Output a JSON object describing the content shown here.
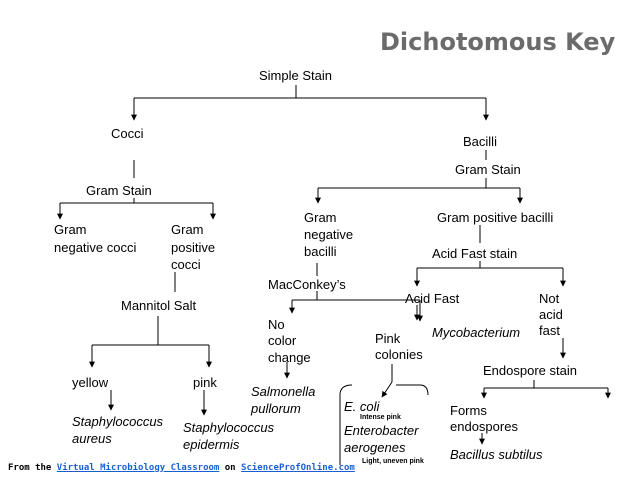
{
  "title": "Dichotomous Key",
  "nodes": {
    "simple_stain": "Simple Stain",
    "cocci": "Cocci",
    "bacilli": "Bacilli",
    "gram_stain_bacilli": "Gram Stain",
    "gram_stain_cocci": "Gram Stain",
    "gram_neg_cocci_1": "Gram",
    "gram_neg_cocci_2": "negative cocci",
    "gram_pos_cocci_1": "Gram",
    "gram_pos_cocci_2": "positive",
    "gram_pos_cocci_3": "cocci",
    "mannitol_salt": "Mannitol Salt",
    "yellow": "yellow",
    "pink": "pink",
    "staph_aureus_1": "Staphylococcus",
    "staph_aureus_2": "aureus",
    "staph_epi_1": "Staphylococcus",
    "staph_epi_2": "epidermis",
    "gram_neg_bacilli_1": "Gram",
    "gram_neg_bacilli_2": "negative",
    "gram_neg_bacilli_3": "bacilli",
    "maconkeys": "MacConkey’s",
    "no_color_1": "No",
    "no_color_2": "color",
    "no_color_3": "change",
    "salmonella_1": "Salmonella",
    "salmonella_2": "pullorum",
    "pink_colonies_1": "Pink",
    "pink_colonies_2": "colonies",
    "ecoli": "E. coli",
    "intense_pink": "Intense pink",
    "enterobacter_1": "Enterobacter",
    "enterobacter_2": "aerogenes",
    "light_pink": "Light, uneven pink",
    "gram_pos_bacilli": "Gram positive bacilli",
    "acid_fast_stain": "Acid Fast stain",
    "acid_fast": "Acid Fast",
    "not_acid_fast_1": "Not",
    "not_acid_fast_2": "acid",
    "not_acid_fast_3": "fast",
    "mycobacterium": "Mycobacterium",
    "endospore_stain": "Endospore stain",
    "forms_endospores_1": "Forms",
    "forms_endospores_2": "endospores",
    "bacillus_subtilus": "Bacillus subtilus"
  },
  "footer": {
    "prefix": "From the ",
    "link1": "Virtual Microbiology Classroom",
    "middle": " on ",
    "link2": "ScienceProfOnline.com"
  },
  "colors": {
    "title": "#6b6b6b",
    "link": "#1a5fd0"
  }
}
